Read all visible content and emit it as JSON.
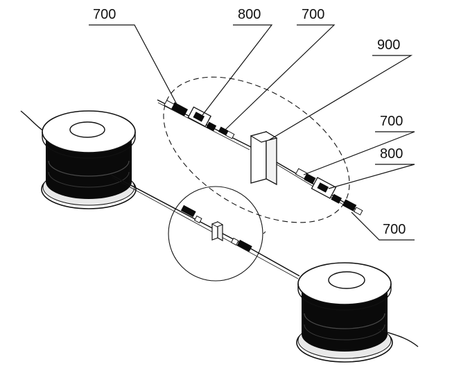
{
  "figure": {
    "colors": {
      "ink": "#111111",
      "coil": "#0a0a0a",
      "paper": "#ffffff",
      "rim_shade": "#e9e9e9"
    },
    "labels": [
      {
        "id": "label-700-a",
        "text": "700"
      },
      {
        "id": "label-800-a",
        "text": "800"
      },
      {
        "id": "label-700-b",
        "text": "700"
      },
      {
        "id": "label-900",
        "text": "900"
      },
      {
        "id": "label-700-c",
        "text": "700"
      },
      {
        "id": "label-800-b",
        "text": "800"
      },
      {
        "id": "label-700-d",
        "text": "700"
      }
    ]
  }
}
